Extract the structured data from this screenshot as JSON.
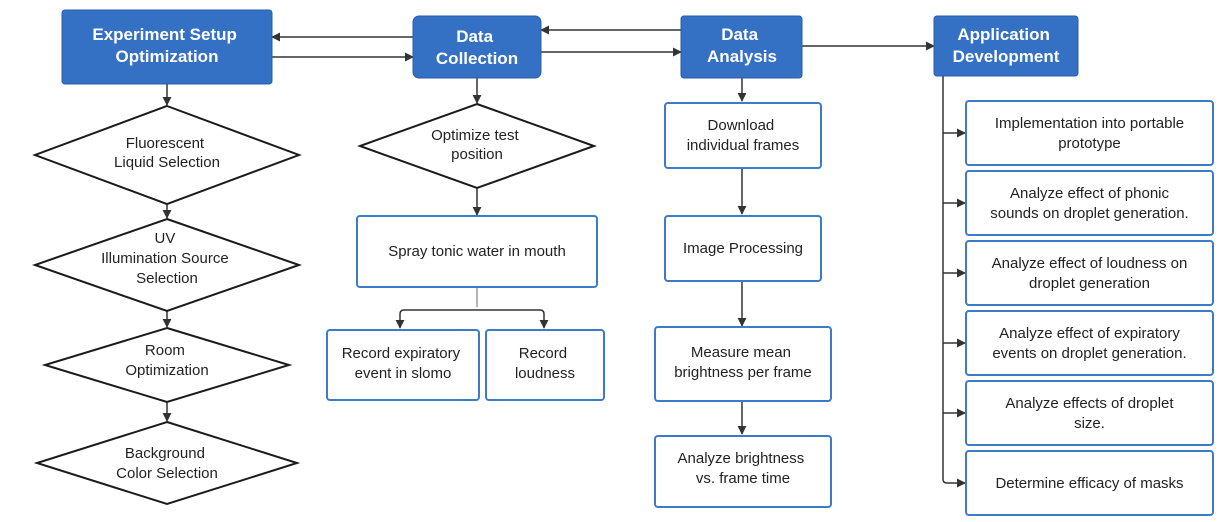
{
  "headers": {
    "experiment_setup": [
      "Experiment Setup",
      "Optimization"
    ],
    "data_collection": [
      "Data",
      "Collection"
    ],
    "data_analysis": [
      "Data",
      "Analysis"
    ],
    "application_development": [
      "Application",
      "Development"
    ]
  },
  "setup_steps": [
    [
      "Fluorescent",
      "Liquid Selection"
    ],
    [
      "UV",
      "Illumination Source",
      "Selection"
    ],
    [
      "Room",
      "Optimization"
    ],
    [
      "Background",
      "Color Selection"
    ]
  ],
  "collection_steps": {
    "decision": [
      "Optimize test",
      "position"
    ],
    "spray": [
      "Spray tonic water in mouth"
    ],
    "record_event": [
      "Record expiratory",
      "event in slomo"
    ],
    "record_loudness": [
      "Record",
      "loudness"
    ]
  },
  "analysis_steps": [
    [
      "Download",
      "individual frames"
    ],
    [
      "Image Processing"
    ],
    [
      "Measure mean",
      "brightness per frame"
    ],
    [
      "Analyze brightness",
      "vs. frame time"
    ]
  ],
  "application_steps": [
    [
      "Implementation into portable",
      "prototype"
    ],
    [
      "Analyze effect of phonic",
      "sounds on droplet generation."
    ],
    [
      "Analyze effect of loudness on",
      "droplet generation"
    ],
    [
      "Analyze effect of expiratory",
      "events on droplet generation."
    ],
    [
      "Analyze effects of droplet",
      "size."
    ],
    [
      "Determine efficacy of masks"
    ]
  ]
}
